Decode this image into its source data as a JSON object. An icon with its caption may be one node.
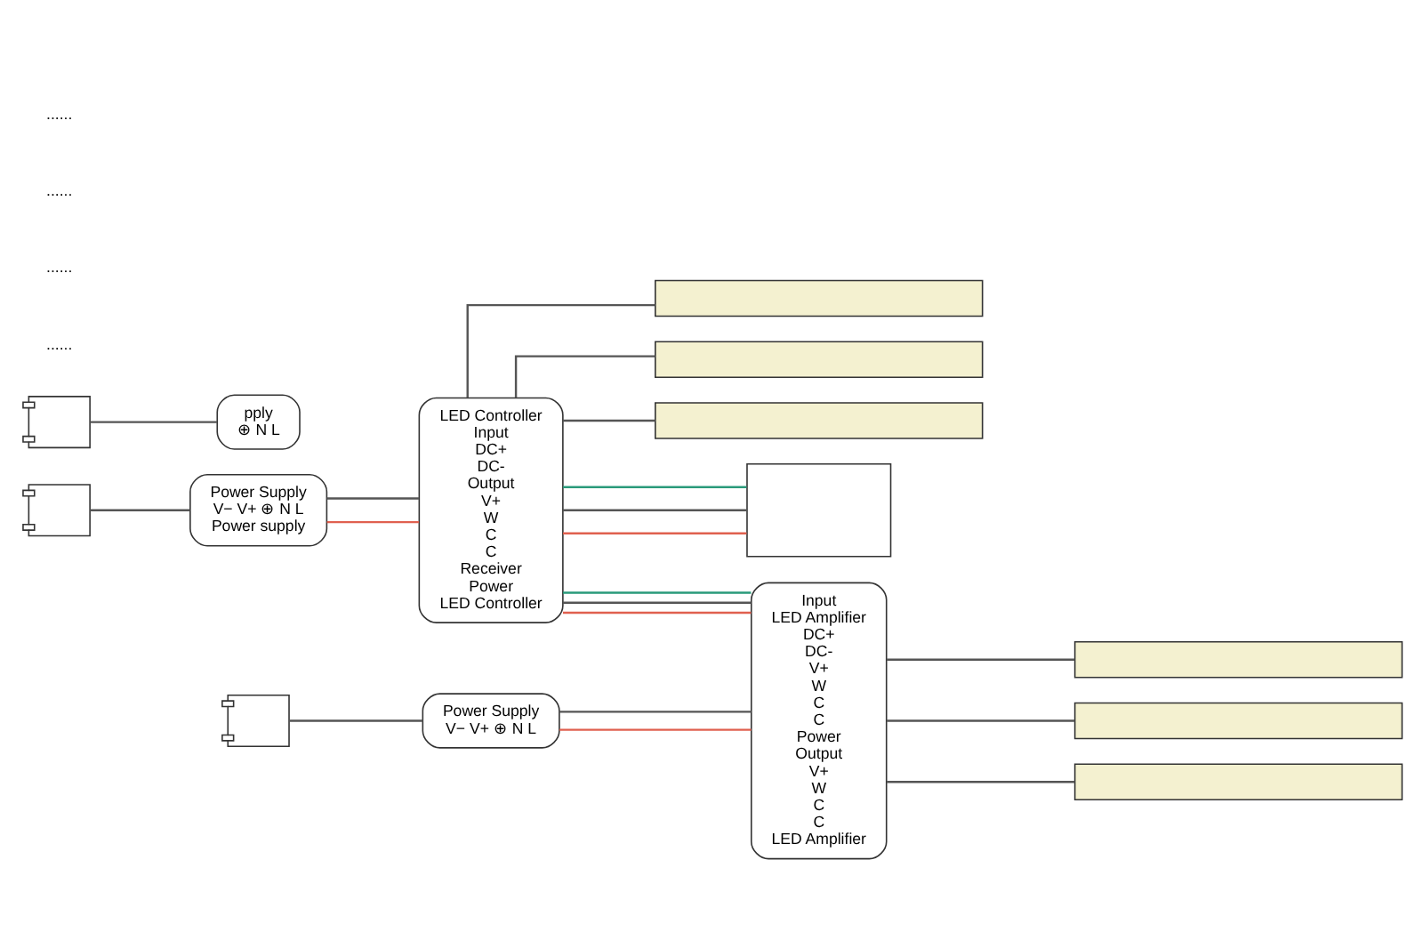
{
  "diagram": {
    "nodes": [
      {
        "text": [],
        "shape": "picture"
      },
      {
        "text": [
          "Power Supply",
          "V− V+ ⊕ N L",
          "Power supply"
        ]
      },
      {
        "text": [
          "LED Controller",
          "Input",
          "DC+",
          "DC-",
          "Output",
          "V+",
          "W",
          "C",
          "C",
          "Receiver",
          "Power",
          "LED Controller"
        ]
      },
      {
        "text": [],
        "shape": "bar"
      },
      {
        "text": [],
        "shape": "bar"
      },
      {
        "text": [],
        "shape": "bar"
      },
      {
        "text": [],
        "shape": "picture"
      },
      {
        "text": [
          "Power Supply",
          "V− V+ ⊕ N L"
        ]
      },
      {
        "text": [
          "Input",
          "LED Amplifier",
          "DC+",
          "DC-",
          "V+",
          "W",
          "C",
          "C",
          "Power",
          "Output",
          "V+",
          "W",
          "C",
          "C",
          "LED Amplifier"
        ]
      },
      {
        "text": [],
        "shape": "bar"
      },
      {
        "text": [],
        "shape": "bar"
      },
      {
        "text": [],
        "shape": "bar"
      },
      {
        "text": [],
        "shape": "picture"
      },
      {
        "text": [
          "pply",
          "⊕ N L"
        ]
      },
      {
        "text": [],
        "shape": "box"
      }
    ],
    "edges": [
      {
        "from": 0,
        "to": 1,
        "arrow": "none"
      },
      {
        "from": 1,
        "to": 2,
        "arrow": "none",
        "color": "#e0604f"
      },
      {
        "from": 1,
        "to": 2,
        "arrow": "none"
      },
      {
        "from": 2,
        "to": 3,
        "arrow": "none"
      },
      {
        "from": 2,
        "to": 4,
        "arrow": "none"
      },
      {
        "from": 2,
        "to": 5,
        "arrow": "none"
      },
      {
        "from": 2,
        "to": 8,
        "arrow": "none",
        "color": "#e0604f"
      },
      {
        "from": 2,
        "to": 8,
        "arrow": "none"
      },
      {
        "from": 2,
        "to": 8,
        "arrow": "none",
        "color": "#2a9a7a"
      },
      {
        "from": 6,
        "to": 7,
        "arrow": "none"
      },
      {
        "from": 7,
        "to": 8,
        "arrow": "none",
        "color": "#e0604f"
      },
      {
        "from": 7,
        "to": 8,
        "arrow": "none"
      },
      {
        "from": 8,
        "to": 9,
        "arrow": "none"
      },
      {
        "from": 8,
        "to": 10,
        "arrow": "none"
      },
      {
        "from": 8,
        "to": 11,
        "arrow": "none"
      },
      {
        "from": 12,
        "to": 13,
        "arrow": "none"
      },
      {
        "from": 2,
        "to": 14,
        "arrow": "none",
        "color": "#e0604f"
      },
      {
        "from": 2,
        "to": 14,
        "arrow": "none"
      },
      {
        "from": 2,
        "to": 14,
        "arrow": "none",
        "color": "#2a9a7a"
      }
    ],
    "labels": [
      "......",
      "......",
      "......",
      "......"
    ]
  }
}
